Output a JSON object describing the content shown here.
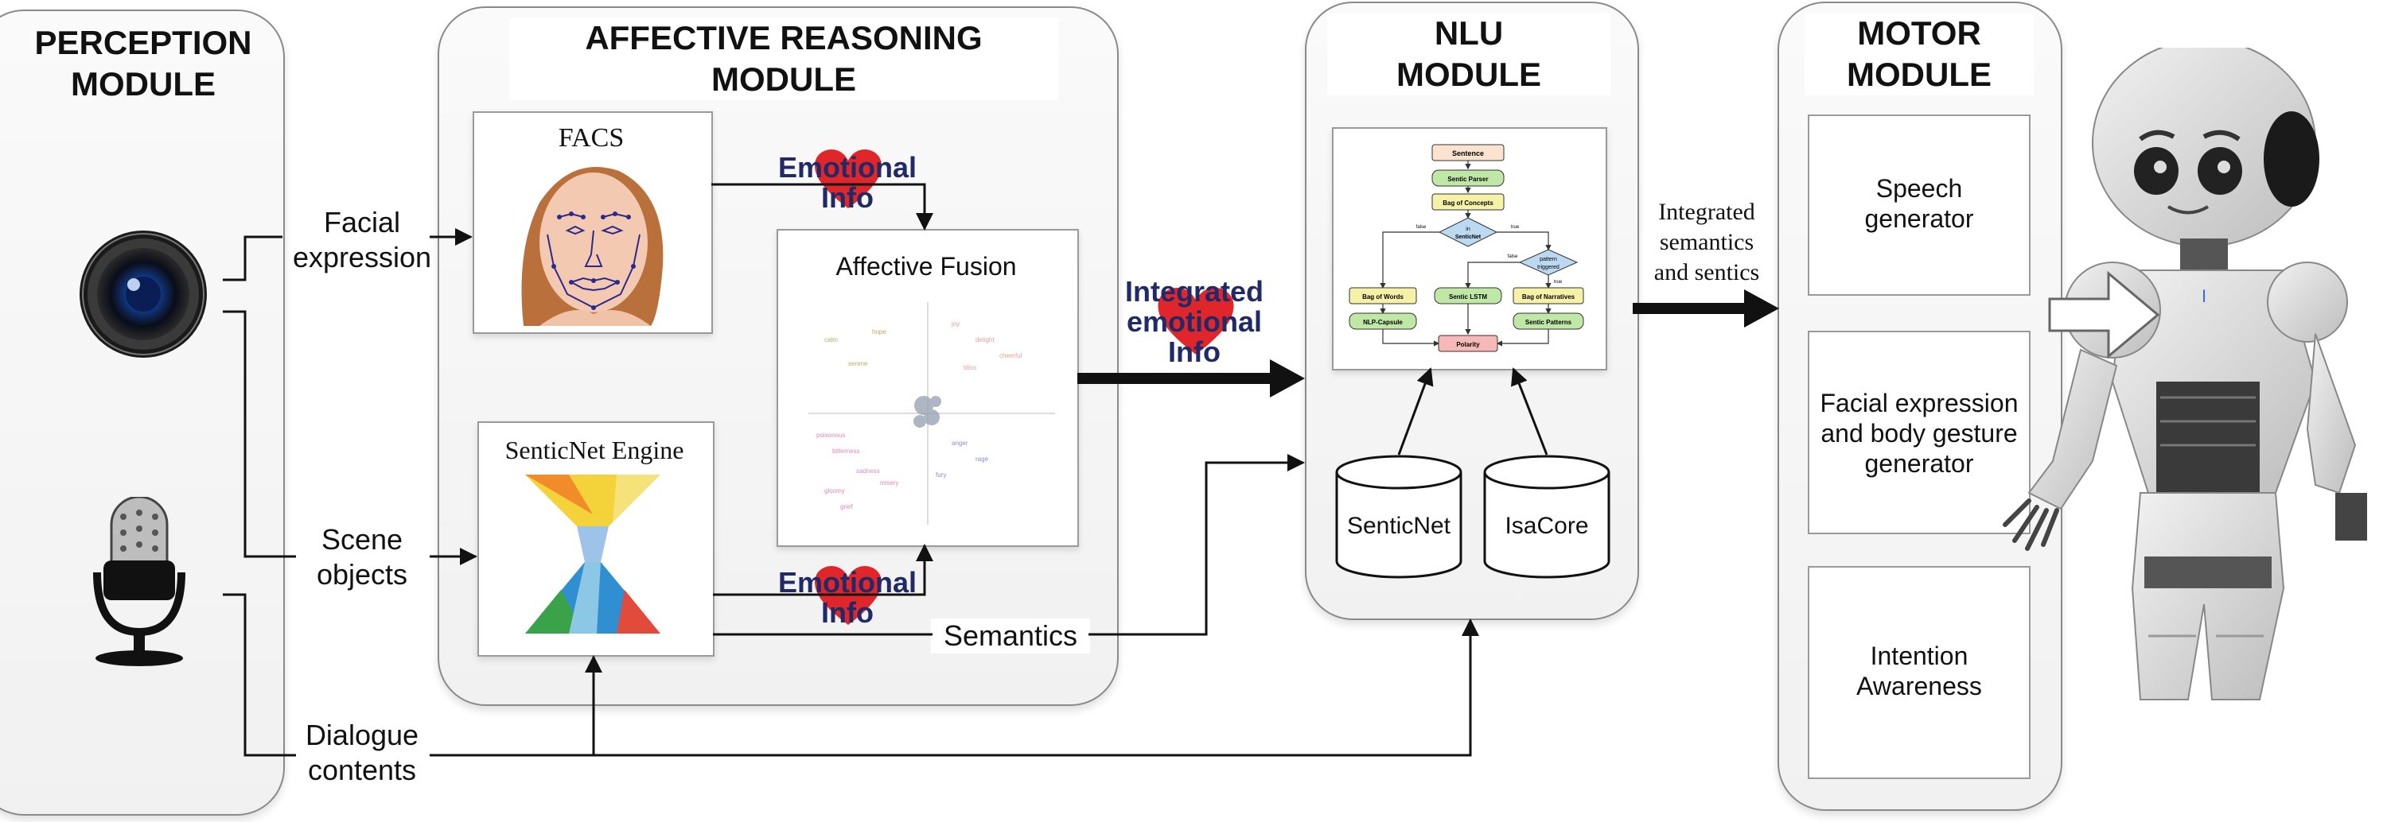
{
  "modules": {
    "perception": {
      "title_line1": "PERCEPTION",
      "title_line2": "MODULE"
    },
    "affective": {
      "title_line1": "AFFECTIVE REASONING",
      "title_line2": "MODULE"
    },
    "nlu": {
      "title_line1": "NLU",
      "title_line2": "MODULE"
    },
    "motor": {
      "title_line1": "MOTOR",
      "title_line2": "MODULE"
    }
  },
  "inputs": {
    "facial_line1": "Facial",
    "facial_line2": "expression",
    "scene_line1": "Scene",
    "scene_line2": "objects",
    "dialogue_line1": "Dialogue",
    "dialogue_line2": "contents"
  },
  "affective": {
    "facs_title": "FACS",
    "senticnet_engine_title": "SenticNet Engine",
    "fusion_title": "Affective Fusion",
    "emotional_info_line1": "Emotional",
    "emotional_info_line2": "Info",
    "semantics": "Semantics"
  },
  "integrated_emotional": {
    "line1": "Integrated",
    "line2": "emotional",
    "line3": "Info"
  },
  "integrated_semantics": {
    "line1": "Integrated",
    "line2": "semantics",
    "line3": "and sentics"
  },
  "nlu": {
    "flow": {
      "sentence": "Sentence",
      "sentic_parser": "Sentic Parser",
      "bag_of_concepts": "Bag of Concepts",
      "in_senticnet_line1": "in",
      "in_senticnet_line2": "SenticNet",
      "pattern_triggered_line1": "pattern",
      "pattern_triggered_line2": "triggered",
      "bag_of_words": "Bag of Words",
      "sentic_lstm": "Sentic LSTM",
      "bag_of_narratives": "Bag of Narratives",
      "nlp_capsule": "NLP-Capsule",
      "sentic_patterns": "Sentic Patterns",
      "polarity": "Polarity",
      "false_label": "false",
      "true_label": "true"
    },
    "db_senticnet": "SenticNet",
    "db_isacore": "IsaCore"
  },
  "motor": {
    "speech_line1": "Speech",
    "speech_line2": "generator",
    "facial_line1": "Facial expression",
    "facial_line2": "and body gesture",
    "facial_line3": "generator",
    "intention_line1": "Intention",
    "intention_line2": "Awareness"
  },
  "colors": {
    "heart": "#e0262b",
    "emotional_text": "#1f2a66",
    "module_border": "#8a8a8a"
  }
}
